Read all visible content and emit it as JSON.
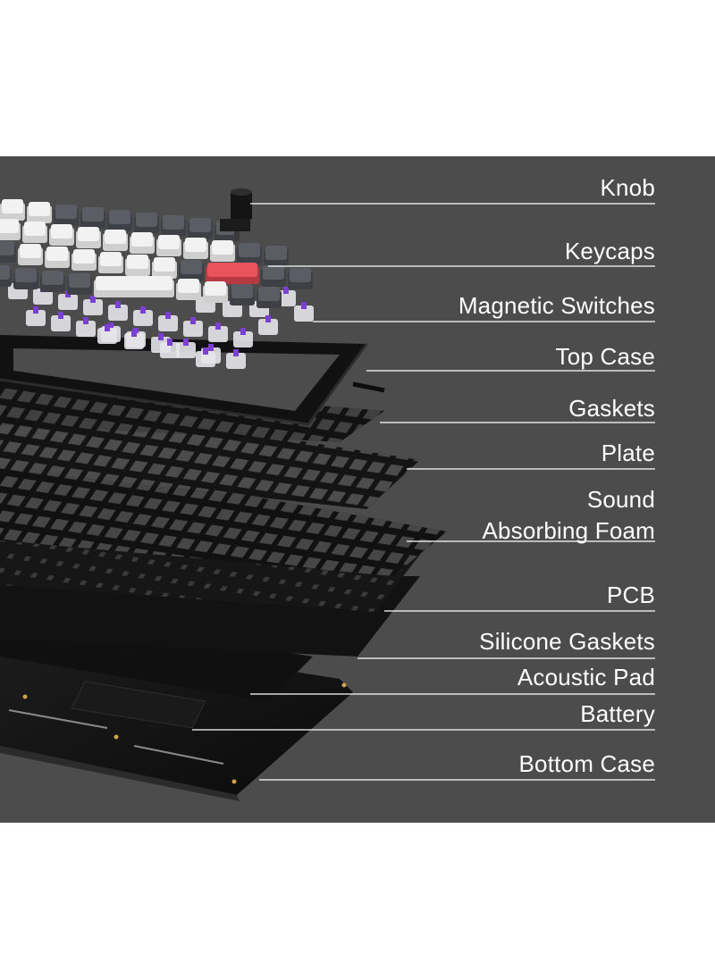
{
  "labels": [
    {
      "id": "knob",
      "text": "Knob"
    },
    {
      "id": "keycaps",
      "text": "Keycaps"
    },
    {
      "id": "switches",
      "text": "Magnetic Switches"
    },
    {
      "id": "topcase",
      "text": "Top Case"
    },
    {
      "id": "gaskets",
      "text": "Gaskets"
    },
    {
      "id": "plate",
      "text": "Plate"
    },
    {
      "id": "foam_line1",
      "text": "Sound"
    },
    {
      "id": "foam_line2",
      "text": "Absorbing Foam"
    },
    {
      "id": "pcb",
      "text": "PCB"
    },
    {
      "id": "silicone",
      "text": "Silicone Gaskets"
    },
    {
      "id": "acoustic",
      "text": "Acoustic Pad"
    },
    {
      "id": "battery",
      "text": "Battery"
    },
    {
      "id": "bottomcase",
      "text": "Bottom Case"
    }
  ],
  "colors": {
    "background": "#4c4c4c",
    "page": "#ffffff",
    "label_text": "#ffffff",
    "leader_line": "#ffffff",
    "layer_dark": "#141414",
    "keycap_white": "#f2f2f2",
    "keycap_gray": "#5a5d63",
    "accent_key": "#e8535c",
    "switch_stem": "#7b3fd1"
  }
}
